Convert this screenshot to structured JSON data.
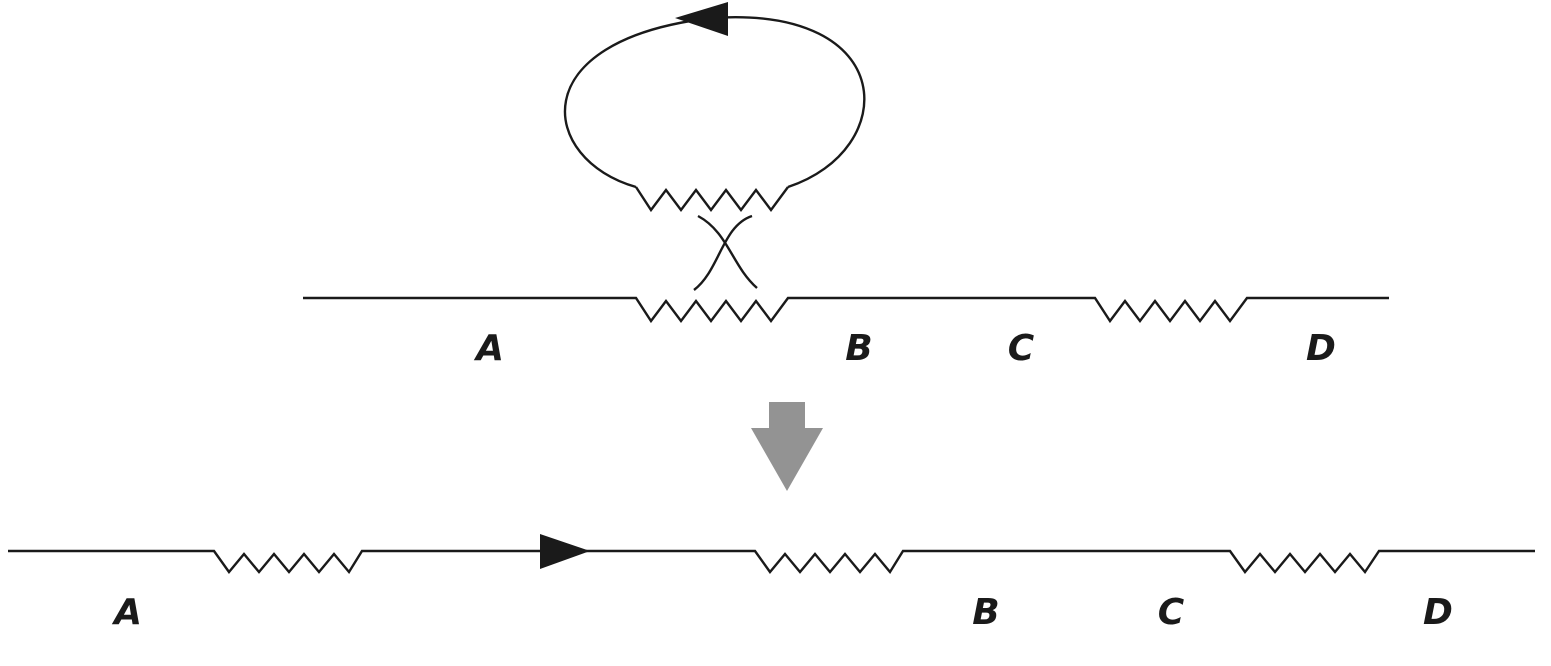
{
  "top_diagram": {
    "labels": [
      "A",
      "B",
      "C",
      "D"
    ]
  },
  "bottom_diagram": {
    "labels": [
      "A",
      "B",
      "C",
      "D"
    ]
  },
  "colors": {
    "line": "#1a1a1a",
    "transform_arrow": "#939393"
  },
  "icons": {
    "transform_arrow": "down-arrow-icon",
    "loop_direction": "arrowhead-left-icon",
    "line_direction": "arrowhead-right-icon"
  }
}
